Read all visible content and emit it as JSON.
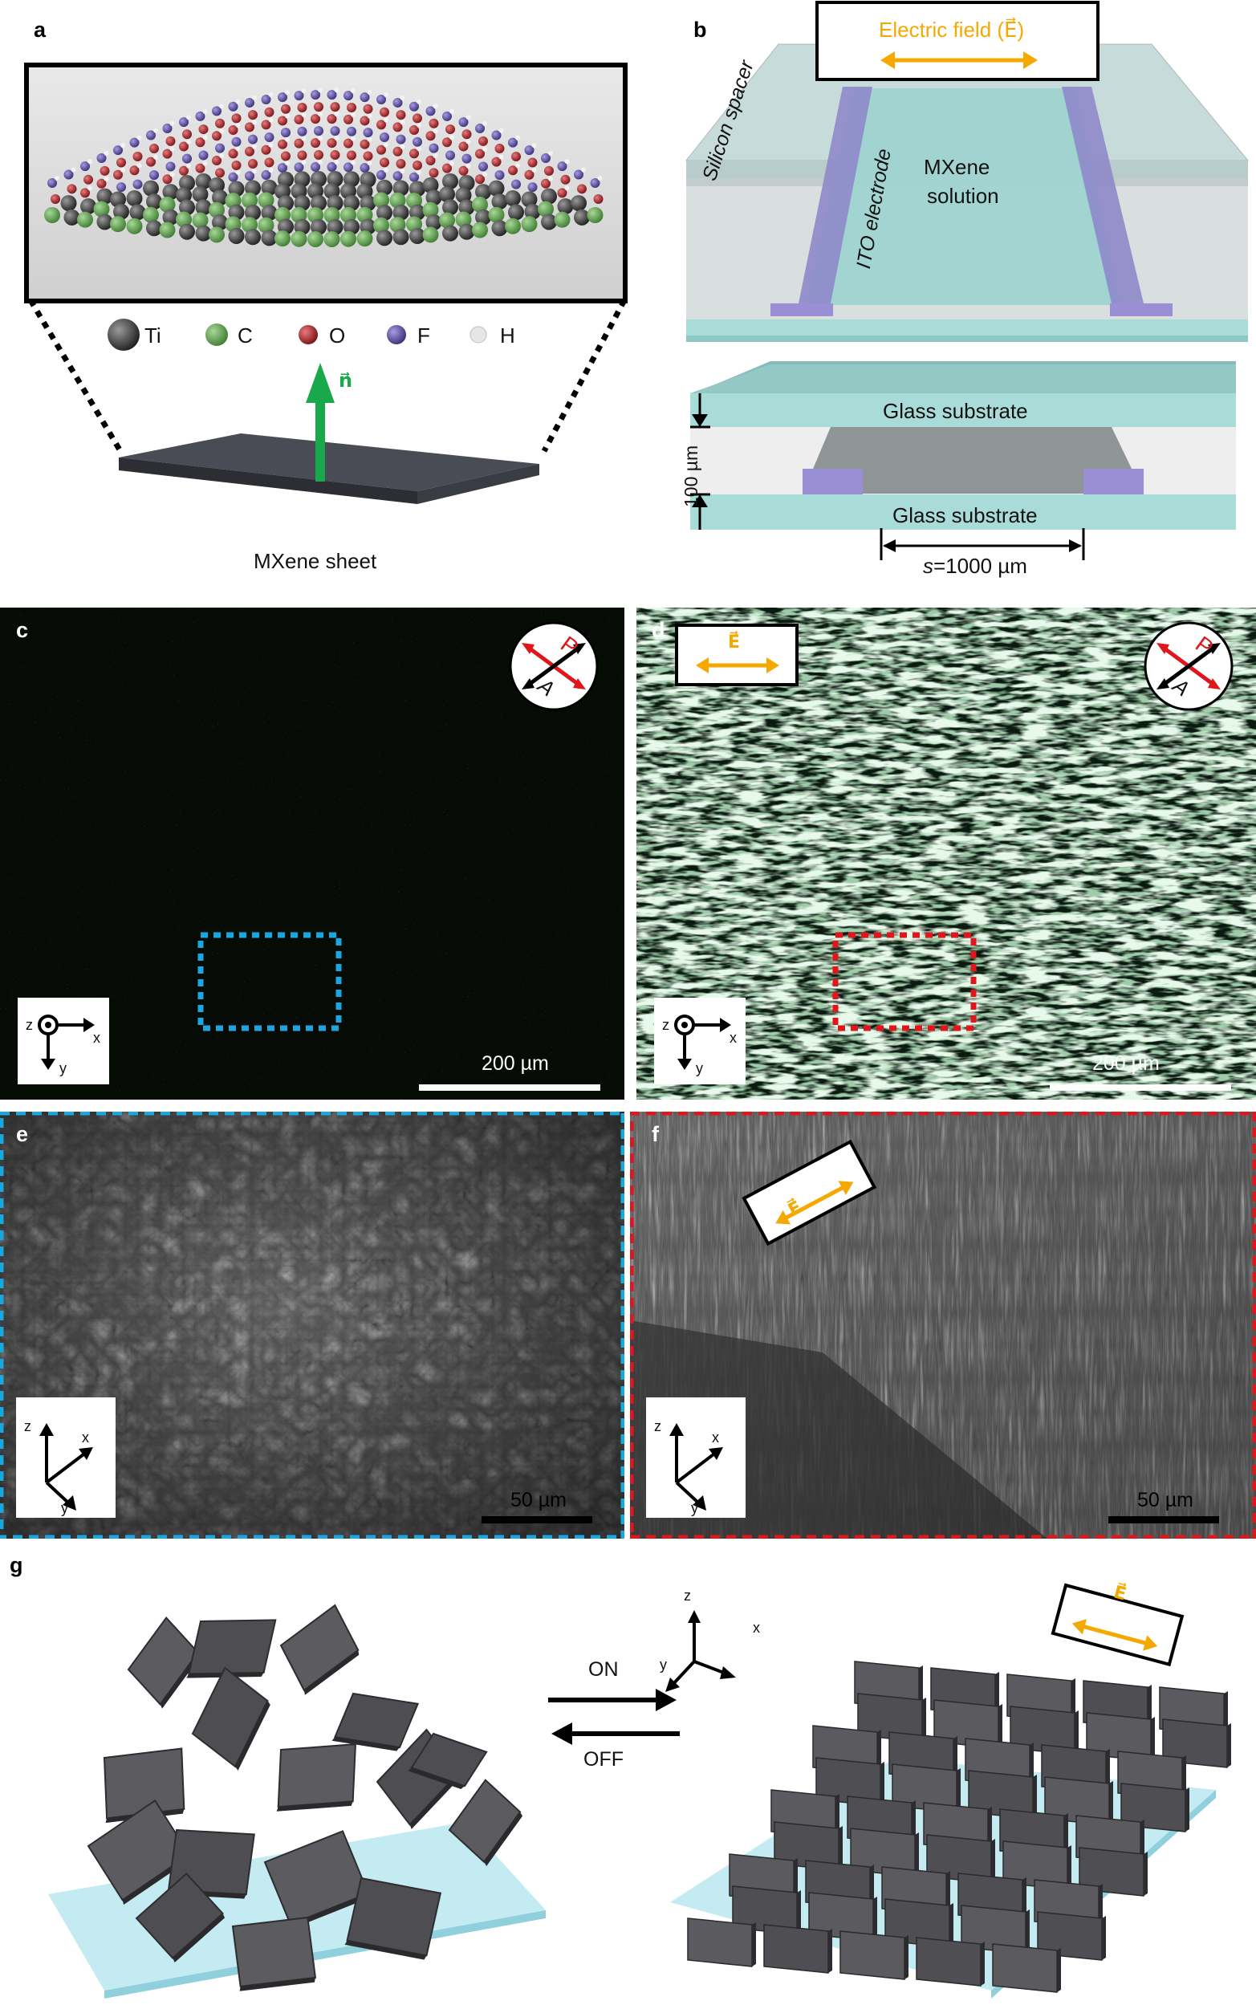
{
  "panels": {
    "a": {
      "label": "a",
      "legend": [
        {
          "symbol": "Ti",
          "color": "#3a3a3a"
        },
        {
          "symbol": "C",
          "color": "#5aa04a"
        },
        {
          "symbol": "O",
          "color": "#a8232a"
        },
        {
          "symbol": "F",
          "color": "#5a4a9a"
        },
        {
          "symbol": "H",
          "color": "#e6e6e6"
        }
      ],
      "normal_vector": "n⃗",
      "sheet_label": "MXene sheet"
    },
    "b": {
      "label": "b",
      "field_box": "Electric field (E⃗)",
      "silicon_spacer": "Silicon spacer",
      "ito_electrode": "ITO electrode",
      "solution_line1": "MXene",
      "solution_line2": "solution",
      "glass_top": "Glass substrate",
      "glass_bottom": "Glass substrate",
      "thickness": "100 µm",
      "spacing_var": "s",
      "spacing_val": "=1000 µm"
    },
    "c": {
      "label": "c",
      "scale_bar": "200 µm",
      "polarizer_p": "P",
      "polarizer_a": "A",
      "axes": {
        "z": "z",
        "x": "x",
        "y": "y"
      }
    },
    "d": {
      "label": "d",
      "field_box": "E⃗",
      "scale_bar": "200 µm",
      "polarizer_p": "P",
      "polarizer_a": "A",
      "axes": {
        "z": "z",
        "x": "x",
        "y": "y"
      }
    },
    "e": {
      "label": "e",
      "scale_bar": "50 µm",
      "axes": {
        "z": "z",
        "x": "x",
        "y": "y"
      }
    },
    "f": {
      "label": "f",
      "field_box": "E⃗",
      "scale_bar": "50 µm",
      "axes": {
        "z": "z",
        "x": "x",
        "y": "y"
      }
    },
    "g": {
      "label": "g",
      "on": "ON",
      "off": "OFF",
      "field_box": "E⃗",
      "axes": {
        "z": "z",
        "x": "x",
        "y": "y"
      }
    }
  },
  "colors": {
    "field_orange": "#f5a800",
    "normal_green": "#19a84a",
    "box_blue": "#1aa7e0",
    "box_red": "#e0161b",
    "glass": "#a9dcd8",
    "ito": "#9a8fcf"
  }
}
